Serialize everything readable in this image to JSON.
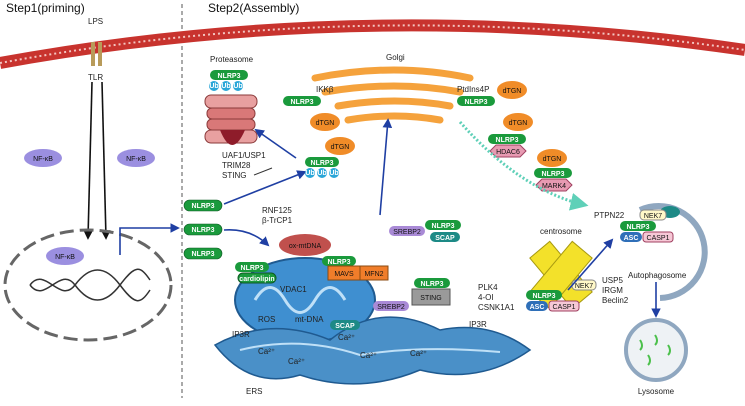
{
  "steps": {
    "priming": "Step1(priming)",
    "assembly": "Step2(Assembly)"
  },
  "labels": {
    "lps": "LPS",
    "tlr": "TLR",
    "nfkb": "NF-κB",
    "proteasome": "Proteasome",
    "golgi": "Golgi",
    "ikkb": "IKKβ",
    "ptdins4p": "PtdIns4P",
    "dtgn": "dTGN",
    "nlrp3": "NLRP3",
    "ub": "Ub",
    "uaf1": "UAF1/USP1",
    "trim28": "TRIM28",
    "sting": "STING",
    "rnf125": "RNF125",
    "btrcp1": "β-TrCP1",
    "hdac6": "HDAC6",
    "mark4": "MARK4",
    "oxmtdna": "ox-mtDNA",
    "mavs": "MAVS",
    "mfn2": "MFN2",
    "cardiolipin": "cardiolipin",
    "vdac1": "VDAC1",
    "ros": "ROS",
    "mtdna": "mt-DNA",
    "srebp2": "SREBP2",
    "scap": "SCAP",
    "ip3r": "IP3R",
    "ca": "Ca²⁺",
    "ers": "ERS",
    "centrosome": "centrosome",
    "ptpn22": "PTPN22",
    "nek7": "NEK7",
    "asc": "ASC",
    "casp1": "CASP1",
    "plk4": "PLK4",
    "fouroi": "4-OI",
    "csnk1a1": "CSNK1A1",
    "usp5": "USP5",
    "irgm": "IRGM",
    "beclin2": "Beclin2",
    "autophagosome": "Autophagosome",
    "lysosome": "Lysosome"
  },
  "colors": {
    "nlrp3": "#1a9a3c",
    "ub": "#2aa6d8",
    "nfkb": "#9b8fe0",
    "golgi": "#f5a23c",
    "dtgn": "#f08c28",
    "mito": "#3f8fd0",
    "er": "#4a90c8",
    "hdac6": "#e79ab2",
    "mavs": "#f07d2a",
    "oxmtdna": "#c0504d",
    "srebp2": "#a98ad6",
    "sting": "#9a9a9a",
    "centrosome": "#f3e12a",
    "arrow": "#1f3fa3",
    "membrane": "#c8332e"
  }
}
